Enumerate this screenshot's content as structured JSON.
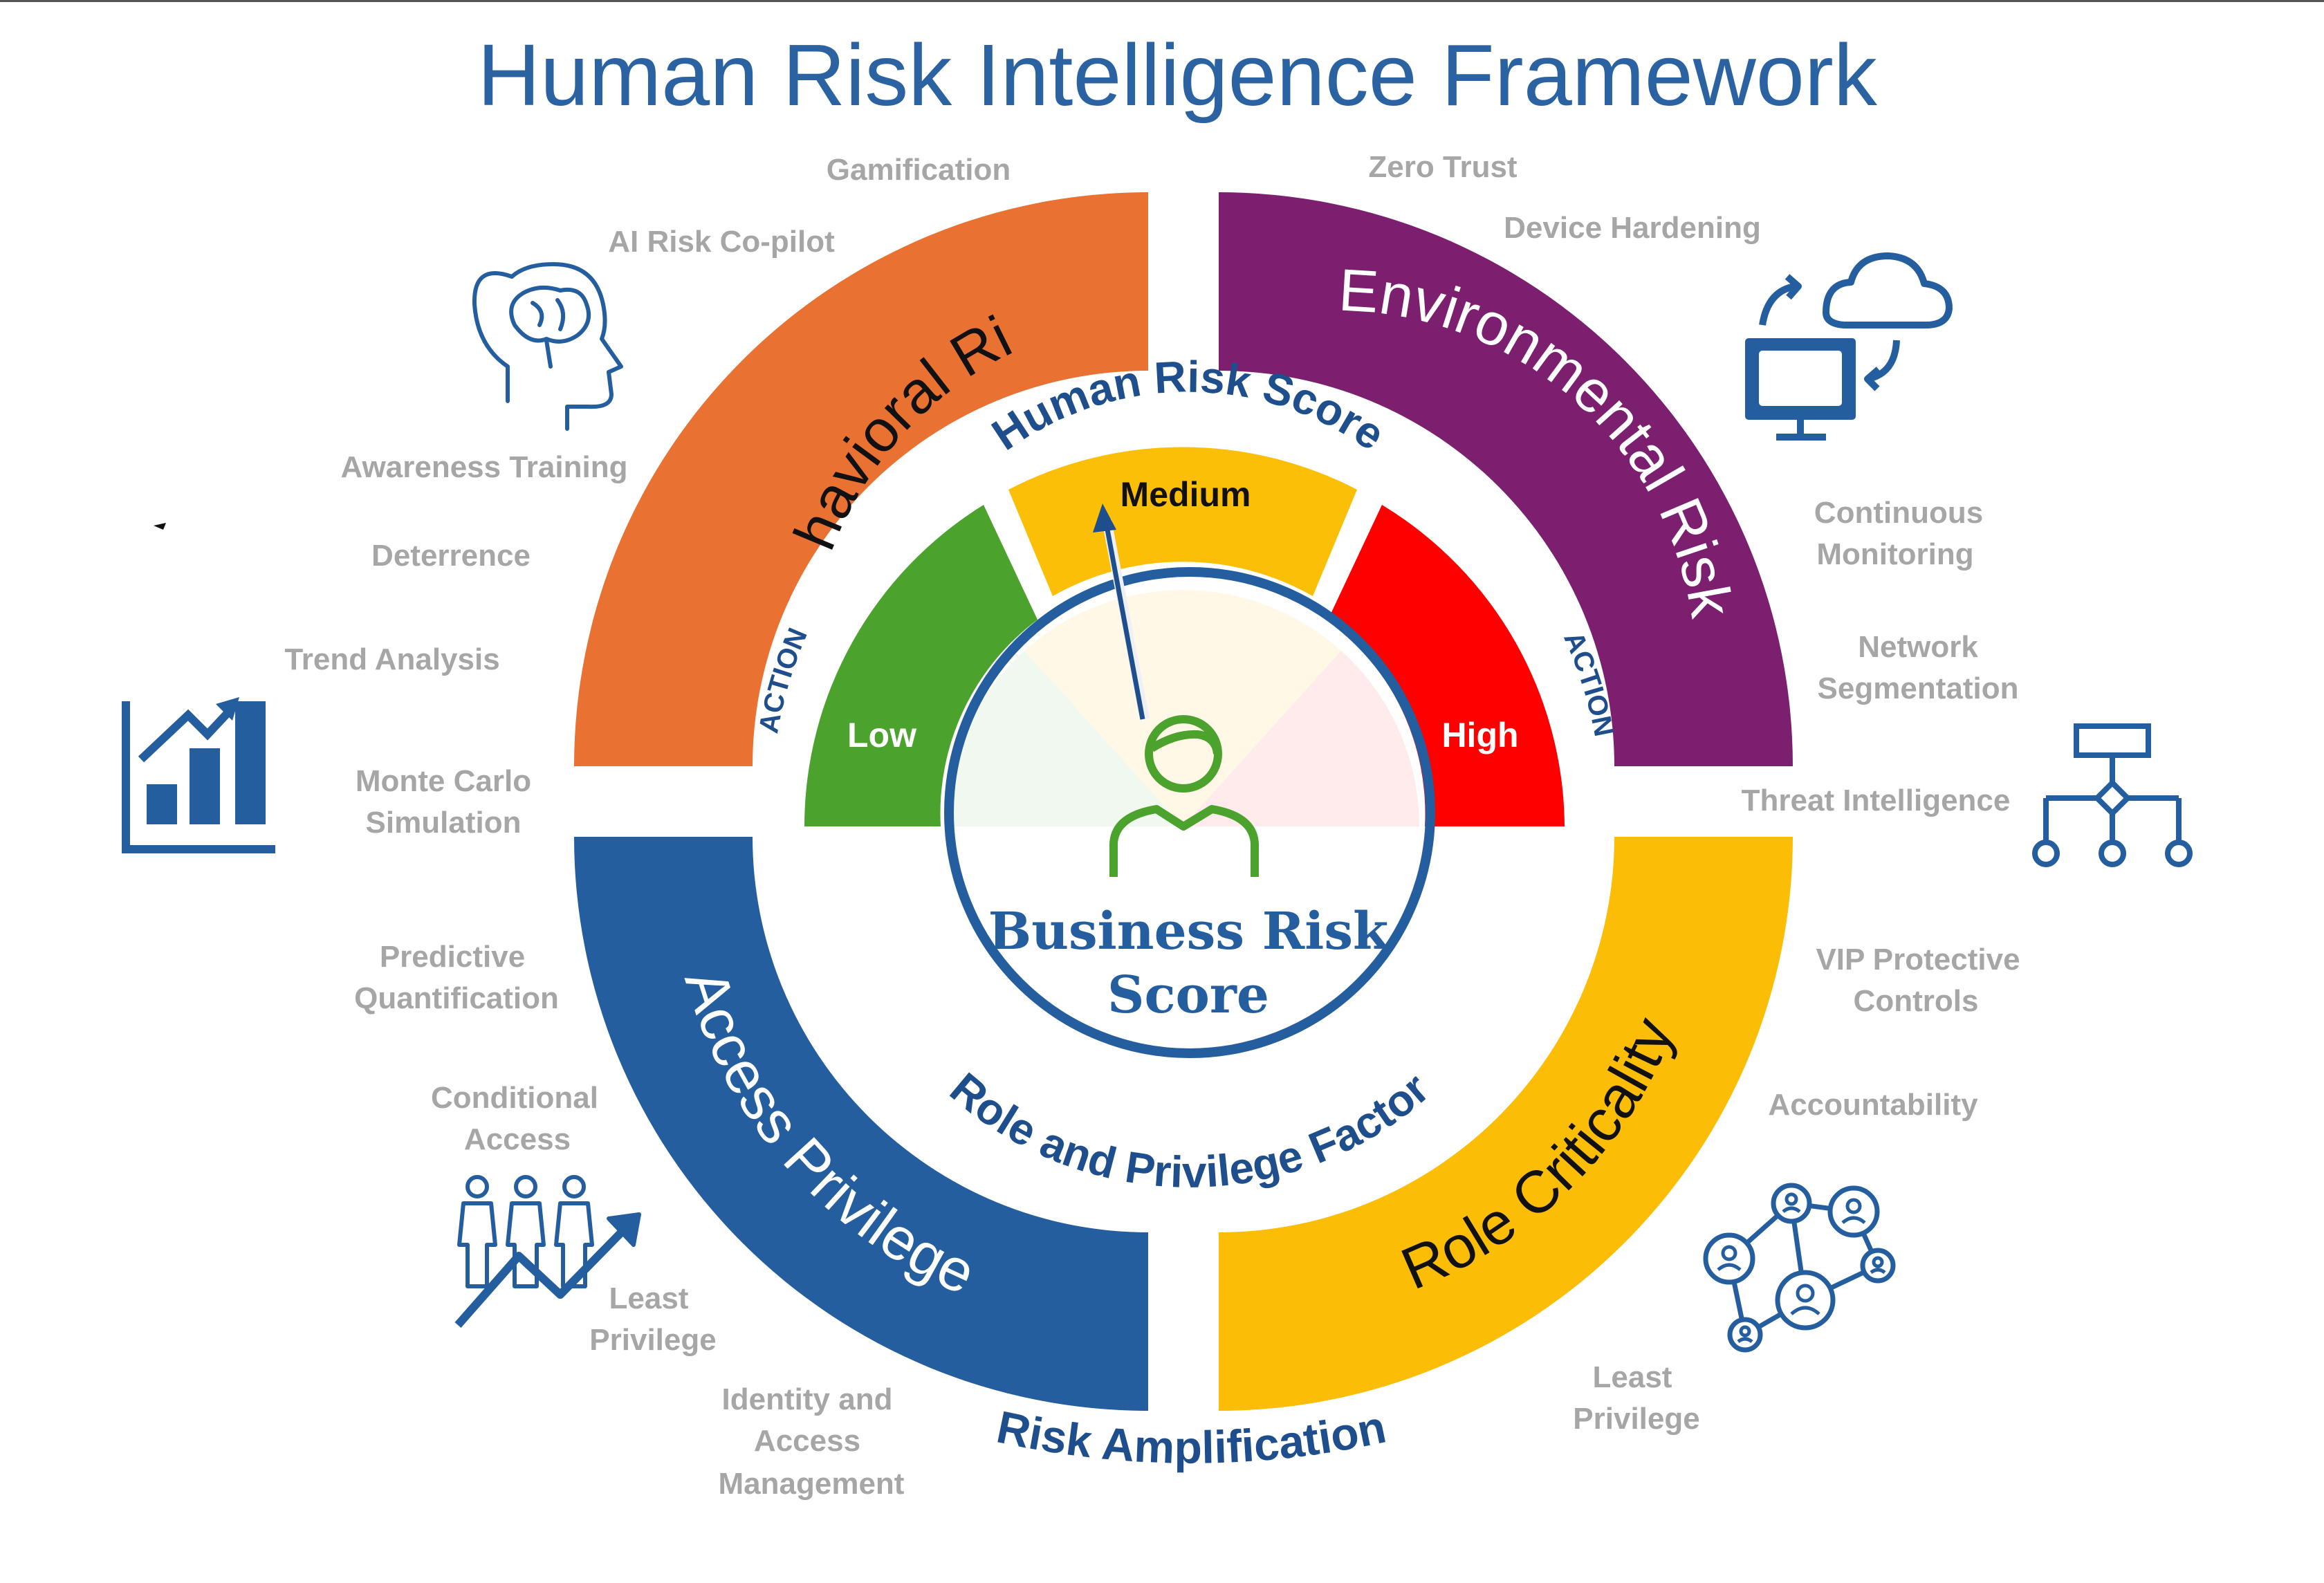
{
  "title": "Human Risk Intelligence Framework",
  "colors": {
    "title": "#2a62a2",
    "behavioral": "#e97132",
    "environmental": "#7b1f6e",
    "access": "#245e9e",
    "role": "#fbbd06",
    "low": "#4ba32d",
    "medium": "#fbbf08",
    "high": "#fe0000",
    "navy": "#1e4f8c",
    "grey_label": "#a6a6a6",
    "person": "#4ba32d"
  },
  "quadrants": {
    "behavioral": "Behavioral Risk",
    "environmental": "Environmental Risk",
    "access": "Access Privilege",
    "role": "Role Criticality"
  },
  "gauge": {
    "arc_label": "Human Risk Score",
    "low": "Low",
    "medium": "Medium",
    "high": "High",
    "action_left": "ACTION",
    "action_right": "ACTION"
  },
  "center": {
    "line1": "Business Risk",
    "line2": "Score"
  },
  "inner_bottom_label": "Role and Privilege Factor",
  "outer_bottom_label": "Risk Amplification",
  "outer_labels": {
    "gamification": "Gamification",
    "ai_copilot": "AI Risk Co-pilot",
    "awareness": "Awareness Training",
    "deterrence": "Deterrence",
    "trend": "Trend Analysis",
    "monte_carlo_1": "Monte Carlo",
    "monte_carlo_2": "Simulation",
    "predictive_1": "Predictive",
    "predictive_2": "Quantification",
    "conditional_1": "Conditional",
    "conditional_2": "Access",
    "least_left_1": "Least",
    "least_left_2": "Privilege",
    "iam_1": "Identity and",
    "iam_2": "Access",
    "iam_3": "Management",
    "zero_trust": "Zero Trust",
    "device": "Device Hardening",
    "continuous_1": "Continuous",
    "continuous_2": "Monitoring",
    "network_1": "Network",
    "network_2": "Segmentation",
    "threat": "Threat Intelligence",
    "vip_1": "VIP Protective",
    "vip_2": "Controls",
    "accountability": "Accountability",
    "least_right_1": "Least",
    "least_right_2": "Privilege"
  },
  "icons": {
    "brain": "brain-head-icon",
    "cloud": "cloud-sync-computer-icon",
    "chart": "growth-chart-icon",
    "hierarchy": "hierarchy-icon",
    "people": "people-growth-icon",
    "network": "people-network-icon",
    "person": "person-icon",
    "needle": "gauge-needle-icon"
  }
}
